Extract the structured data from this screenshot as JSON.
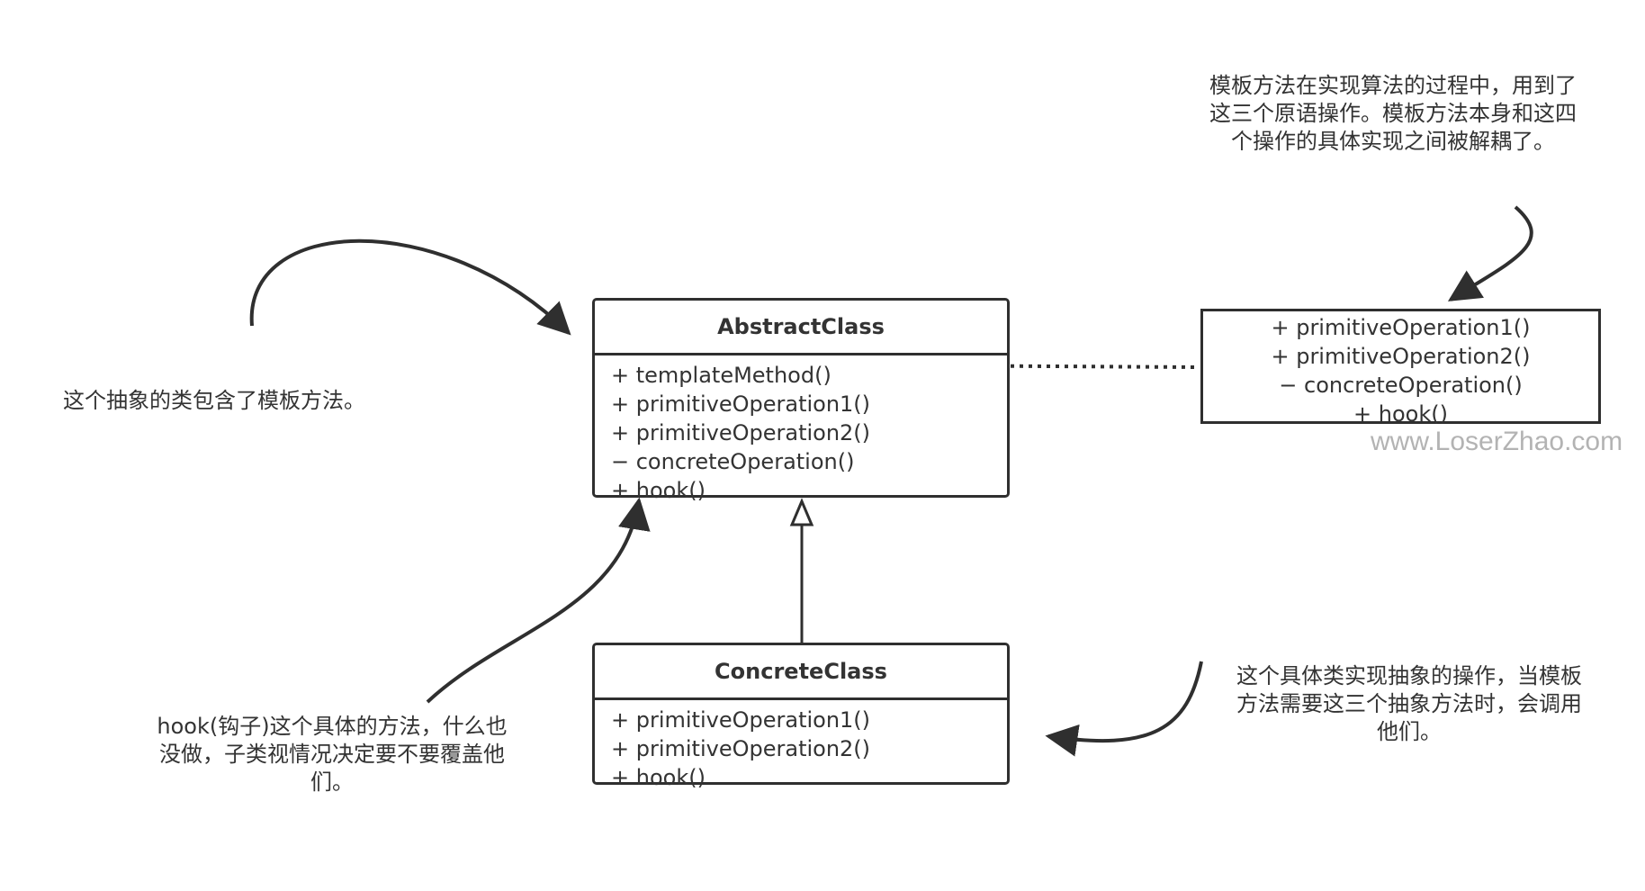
{
  "abstract_class": {
    "name": "AbstractClass",
    "members": [
      "+ templateMethod()",
      "+ primitiveOperation1()",
      "+ primitiveOperation2()",
      "− concreteOperation()",
      "+ hook()"
    ]
  },
  "concrete_class": {
    "name": "ConcreteClass",
    "members": [
      "+ primitiveOperation1()",
      "+ primitiveOperation2()",
      "+ hook()"
    ]
  },
  "operations_box": {
    "members": [
      "+ primitiveOperation1()",
      "+ primitiveOperation2()",
      "− concreteOperation()",
      "+ hook()"
    ]
  },
  "notes": {
    "abstract_note": "这个抽象的类包含了模板方法。",
    "primitives_note": "模板方法在实现算法的过程中，用到了这三个原语操作。模板方法本身和这四个操作的具体实现之间被解耦了。",
    "hook_note": "hook(钩子)这个具体的方法，什么也没做，子类视情况决定要不要覆盖他们。",
    "concrete_note": "这个具体类实现抽象的操作，当模板方法需要这三个抽象方法时，会调用他们。"
  },
  "watermark": "www.LoserZhao.com",
  "colors": {
    "stroke": "#2f2f2f",
    "text": "#333333",
    "watermark": "#b3b3b3"
  }
}
